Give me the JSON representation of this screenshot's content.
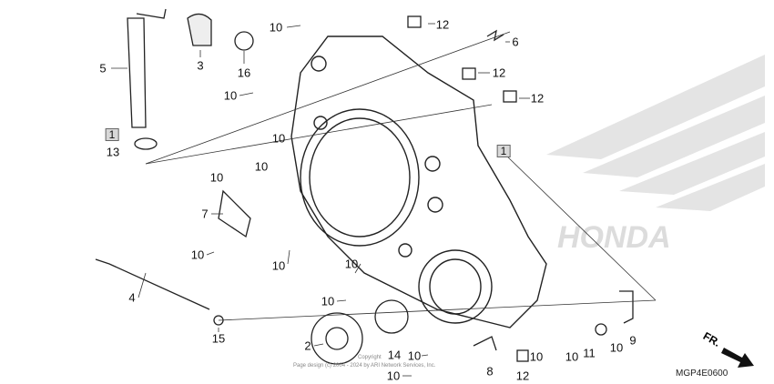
{
  "diagram": {
    "code": "MGP4E0600",
    "front_label": "FR.",
    "watermark_brand": "HONDA",
    "copyright_line1": "Copyright",
    "copyright_line2": "Page design (c) 2004 - 2024 by ARI Network Services, Inc.",
    "callouts": [
      {
        "num": "10"
      },
      {
        "num": "12"
      },
      {
        "num": "6"
      },
      {
        "num": "5"
      },
      {
        "num": "3"
      },
      {
        "num": "16"
      },
      {
        "num": "12"
      },
      {
        "num": "10"
      },
      {
        "num": "12"
      },
      {
        "num": "1"
      },
      {
        "num": "13"
      },
      {
        "num": "10"
      },
      {
        "num": "1"
      },
      {
        "num": "10"
      },
      {
        "num": "10"
      },
      {
        "num": "7"
      },
      {
        "num": "10"
      },
      {
        "num": "10"
      },
      {
        "num": "10"
      },
      {
        "num": "4"
      },
      {
        "num": "10"
      },
      {
        "num": "15"
      },
      {
        "num": "2"
      },
      {
        "num": "14"
      },
      {
        "num": "10"
      },
      {
        "num": "8"
      },
      {
        "num": "12"
      },
      {
        "num": "10"
      },
      {
        "num": "10"
      },
      {
        "num": "10"
      },
      {
        "num": "11"
      },
      {
        "num": "10"
      },
      {
        "num": "9"
      }
    ]
  }
}
